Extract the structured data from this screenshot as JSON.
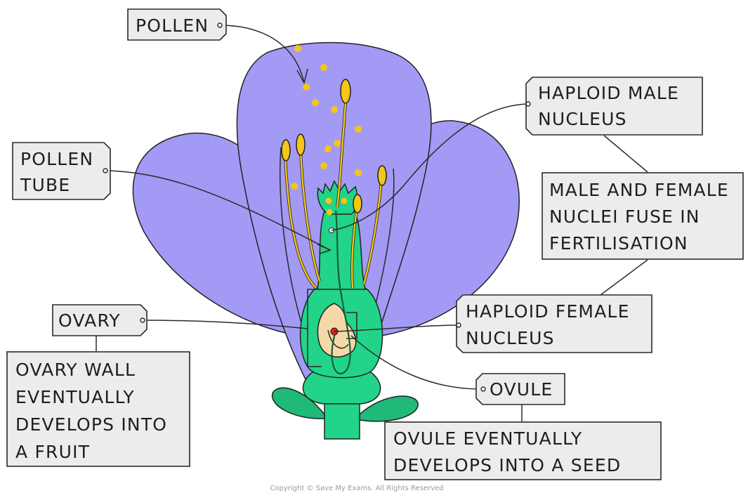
{
  "labels": {
    "pollen": "POLLEN",
    "pollen_tube": [
      "POLLEN",
      "TUBE"
    ],
    "haploid_male": [
      "HAPLOID MALE",
      "NUCLEUS"
    ],
    "fusion_note": [
      "MALE AND FEMALE",
      "NUCLEI FUSE IN",
      "FERTILISATION"
    ],
    "haploid_female": [
      "HAPLOID FEMALE",
      "NUCLEUS"
    ],
    "ovary": "OVARY",
    "ovary_wall_note": [
      "OVARY WALL",
      "EVENTUALLY",
      "DEVELOPS INTO",
      "A FRUIT"
    ],
    "ovule": "OVULE",
    "ovule_note": [
      "OVULE EVENTUALLY",
      "DEVELOPS INTO A SEED"
    ]
  },
  "copyright": "Copyright © Save My Exams. All Rights Reserved",
  "colors": {
    "petal": "#a39af5",
    "stalk": "#22d38a",
    "leaf": "#1fb978",
    "stamen": "#f5c518",
    "ovule": "#f6d9a8",
    "female_nucleus": "#e0201c"
  }
}
